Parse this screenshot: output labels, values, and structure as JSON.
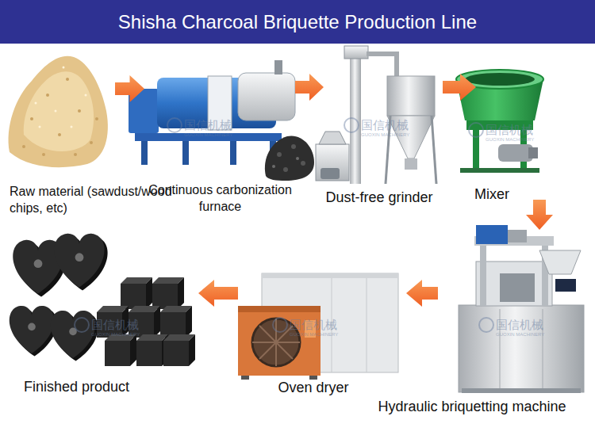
{
  "diagram": {
    "title": "Shisha Charcoal Briquette Production Line",
    "nodes": [
      {
        "text": [
          "Raw material (sawdust/wood chips, etc)"
        ]
      },
      {
        "text": [
          "Continuous carbonization furnace"
        ]
      },
      {
        "text": [
          "Dust-free grinder"
        ]
      },
      {
        "text": [
          "Mixer"
        ]
      },
      {
        "text": [
          "Hydraulic briquetting machine"
        ]
      },
      {
        "text": [
          "Oven dryer"
        ]
      },
      {
        "text": [
          "Finished product"
        ]
      }
    ],
    "edges": [
      {
        "from": 0,
        "to": 1,
        "arrow": "to"
      },
      {
        "from": 1,
        "to": 2,
        "arrow": "to"
      },
      {
        "from": 2,
        "to": 3,
        "arrow": "to"
      },
      {
        "from": 3,
        "to": 4,
        "arrow": "to"
      },
      {
        "from": 4,
        "to": 5,
        "arrow": "to"
      },
      {
        "from": 5,
        "to": 6,
        "arrow": "to"
      }
    ],
    "labels": [
      "国信机械",
      "GUOXIN MACHINERY",
      "国信机械",
      "GUOXIN MACHINERY",
      "国信机械",
      "GUOXIN MACHINERY",
      "国信机械",
      "GUOXIN MACHINERY",
      "国信机械",
      "GUOXIN MACHINERY",
      "国信机械",
      "GUOXIN MACHINERY"
    ]
  }
}
